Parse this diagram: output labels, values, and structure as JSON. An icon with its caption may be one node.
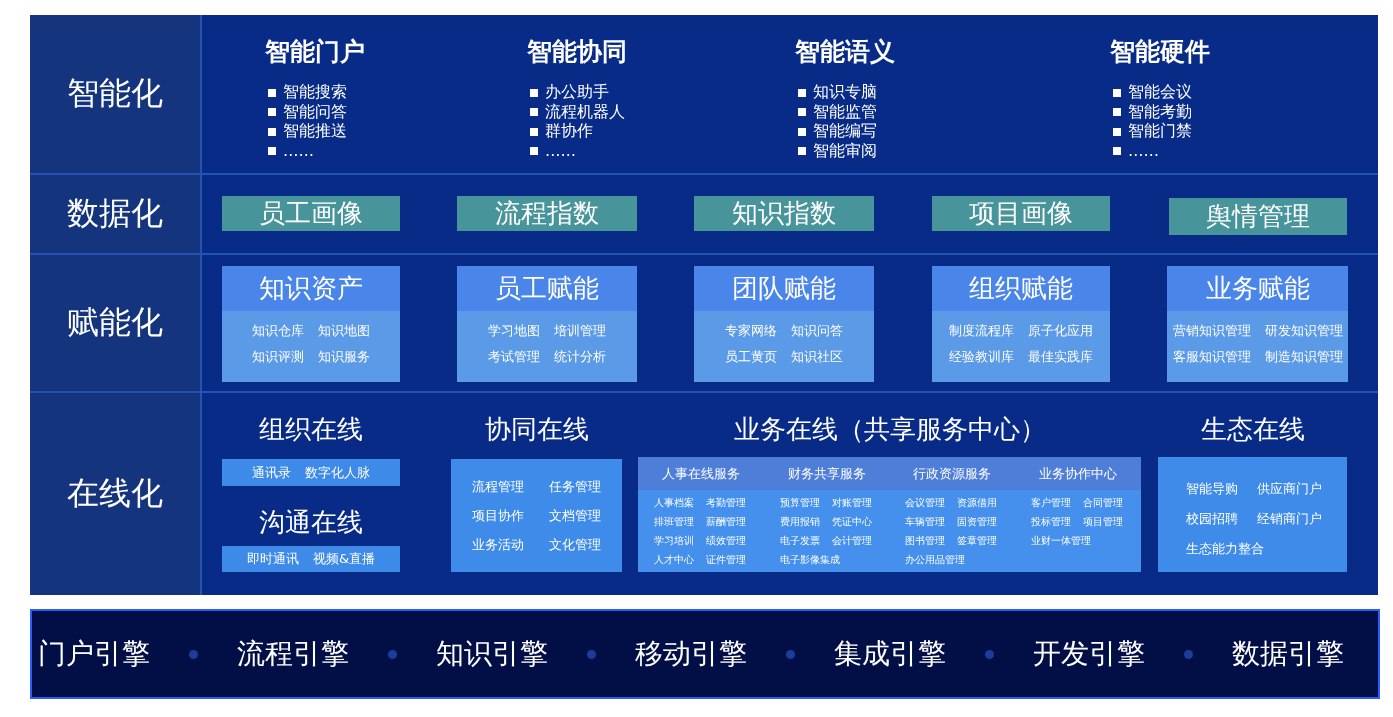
{
  "diagram": {
    "nodes": [
      {
        "text": [
          "智能化",
          "智能门户",
          "智能搜索",
          "智能问答",
          "智能推送",
          "……",
          "智能协同",
          "办公助手",
          "流程机器人",
          "群协作",
          "……",
          "智能语义",
          "知识专脑",
          "智能监管",
          "智能编写",
          "智能审阅",
          "智能硬件",
          "智能会议",
          "智能考勤",
          "智能门禁",
          "……"
        ]
      },
      {
        "text": [
          "数据化"
        ]
      },
      {
        "text": [
          "员工画像"
        ],
        "in": 1
      },
      {
        "text": [
          "流程指数"
        ],
        "in": 1
      },
      {
        "text": [
          "知识指数"
        ],
        "in": 1
      },
      {
        "text": [
          "项目画像"
        ],
        "in": 1
      },
      {
        "text": [
          "舆情管理"
        ],
        "in": 1
      },
      {
        "text": [
          "赋能化"
        ]
      },
      {
        "text": [
          "知识资产",
          "知识仓库",
          "知识地图",
          "知识评测",
          "知识服务"
        ],
        "in": 7
      },
      {
        "text": [
          "员工赋能",
          "学习地图",
          "培训管理",
          "考试管理",
          "统计分析"
        ],
        "in": 7
      },
      {
        "text": [
          "团队赋能",
          "专家网络",
          "知识问答",
          "员工黄页",
          "知识社区"
        ],
        "in": 7
      },
      {
        "text": [
          "组织赋能",
          "制度流程库",
          "原子化应用",
          "经验教训库",
          "最佳实践库"
        ],
        "in": 7
      },
      {
        "text": [
          "业务赋能",
          "营销知识管理",
          "研发知识管理",
          "客服知识管理",
          "制造知识管理"
        ],
        "in": 7
      },
      {
        "text": [
          "在线化"
        ]
      },
      {
        "text": [
          "组织在线",
          "通讯录",
          "数字化人脉"
        ],
        "in": 13
      },
      {
        "text": [
          "沟通在线",
          "即时通讯",
          "视频&直播"
        ],
        "in": 13
      },
      {
        "text": [
          "协同在线",
          "流程管理",
          "任务管理",
          "项目协作",
          "文档管理",
          "业务活动",
          "文化管理"
        ],
        "in": 13
      },
      {
        "text": [
          "业务在线（共享服务中心）"
        ],
        "in": 13
      },
      {
        "text": [
          "人事在线服务",
          "人事档案",
          "考勤管理",
          "排班管理",
          "薪酬管理",
          "学习培训",
          "绩效管理",
          "人才中心",
          "证件管理"
        ],
        "in": 17
      },
      {
        "text": [
          "财务共享服务",
          "预算管理",
          "对账管理",
          "费用报销",
          "凭证中心",
          "电子发票",
          "会计管理",
          "电子影像集成"
        ],
        "in": 17
      },
      {
        "text": [
          "行政资源服务",
          "会议管理",
          "资源借用",
          "车辆管理",
          "固资管理",
          "图书管理",
          "签章管理",
          "办公用品管理"
        ],
        "in": 17
      },
      {
        "text": [
          "业务协作中心",
          "客户管理",
          "合同管理",
          "投标管理",
          "项目管理",
          "业财一体管理"
        ],
        "in": 17
      },
      {
        "text": [
          "生态在线",
          "智能导购",
          "供应商门户",
          "校园招聘",
          "经销商门户",
          "生态能力整合"
        ],
        "in": 13
      },
      {
        "text": [
          "门户引擎",
          "流程引擎",
          "知识引擎",
          "移动引擎",
          "集成引擎",
          "开发引擎",
          "数据引擎"
        ]
      }
    ]
  }
}
